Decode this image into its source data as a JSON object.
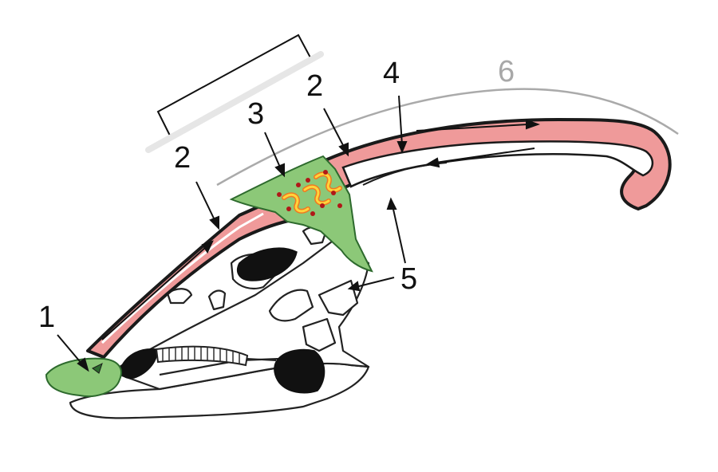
{
  "labels": {
    "one": "1",
    "two_lower": "2",
    "two_upper": "2",
    "three": "3",
    "four": "4",
    "five": "5",
    "six": "6"
  },
  "colors": {
    "background": "#ffffff",
    "passage_fill": "#ef9a9a",
    "passage_outline": "#1a1a1a",
    "vestibule_green": "#8cc878",
    "vestibule_outline": "#2d6a2d",
    "skull_outline": "#222222",
    "cavity_black": "#111111",
    "organ_yellow": "#ffd43b",
    "organ_orange": "#f07820",
    "organ_dot": "#b01818",
    "crest_line_grey": "#aaaaaa"
  }
}
